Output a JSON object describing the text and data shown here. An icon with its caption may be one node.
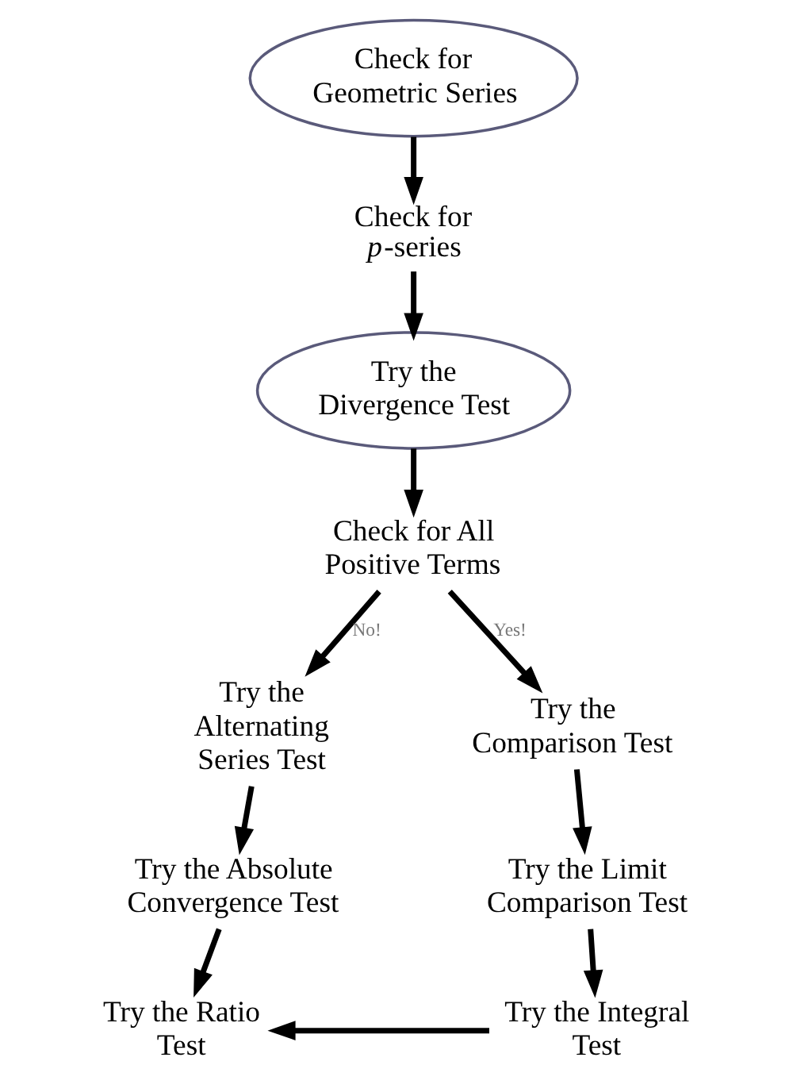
{
  "diagram": {
    "nodes": [
      {
        "text": [
          "Check for Geometric Series"
        ]
      },
      {
        "text": [
          "Check for *p*-series"
        ]
      },
      {
        "text": [
          "Try the Divergence Test"
        ]
      },
      {
        "text": [
          "Check for All Positive Terms"
        ]
      },
      {
        "text": [
          "Try the Alternating Series Test"
        ]
      },
      {
        "text": [
          "Try the Absolute Convergence Test"
        ]
      },
      {
        "text": [
          "Try the Ratio Test"
        ]
      },
      {
        "text": [
          "Try the Comparison Test"
        ]
      },
      {
        "text": [
          "Try the Limit Comparison Test"
        ]
      },
      {
        "text": [
          "Try the Integral Test"
        ]
      }
    ],
    "edges": [
      {
        "from": 0,
        "to": 1,
        "arrow": "to"
      },
      {
        "from": 1,
        "to": 2,
        "arrow": "to"
      },
      {
        "from": 2,
        "to": 3,
        "arrow": "to"
      },
      {
        "from": 3,
        "to": 4,
        "arrow": "to",
        "label": "No!"
      },
      {
        "from": 3,
        "to": 7,
        "arrow": "to",
        "label": "Yes!"
      },
      {
        "from": 4,
        "to": 5,
        "arrow": "to"
      },
      {
        "from": 5,
        "to": 6,
        "arrow": "to"
      },
      {
        "from": 7,
        "to": 8,
        "arrow": "to"
      },
      {
        "from": 8,
        "to": 9,
        "arrow": "to"
      },
      {
        "from": 9,
        "to": 6,
        "arrow": "to"
      }
    ]
  }
}
